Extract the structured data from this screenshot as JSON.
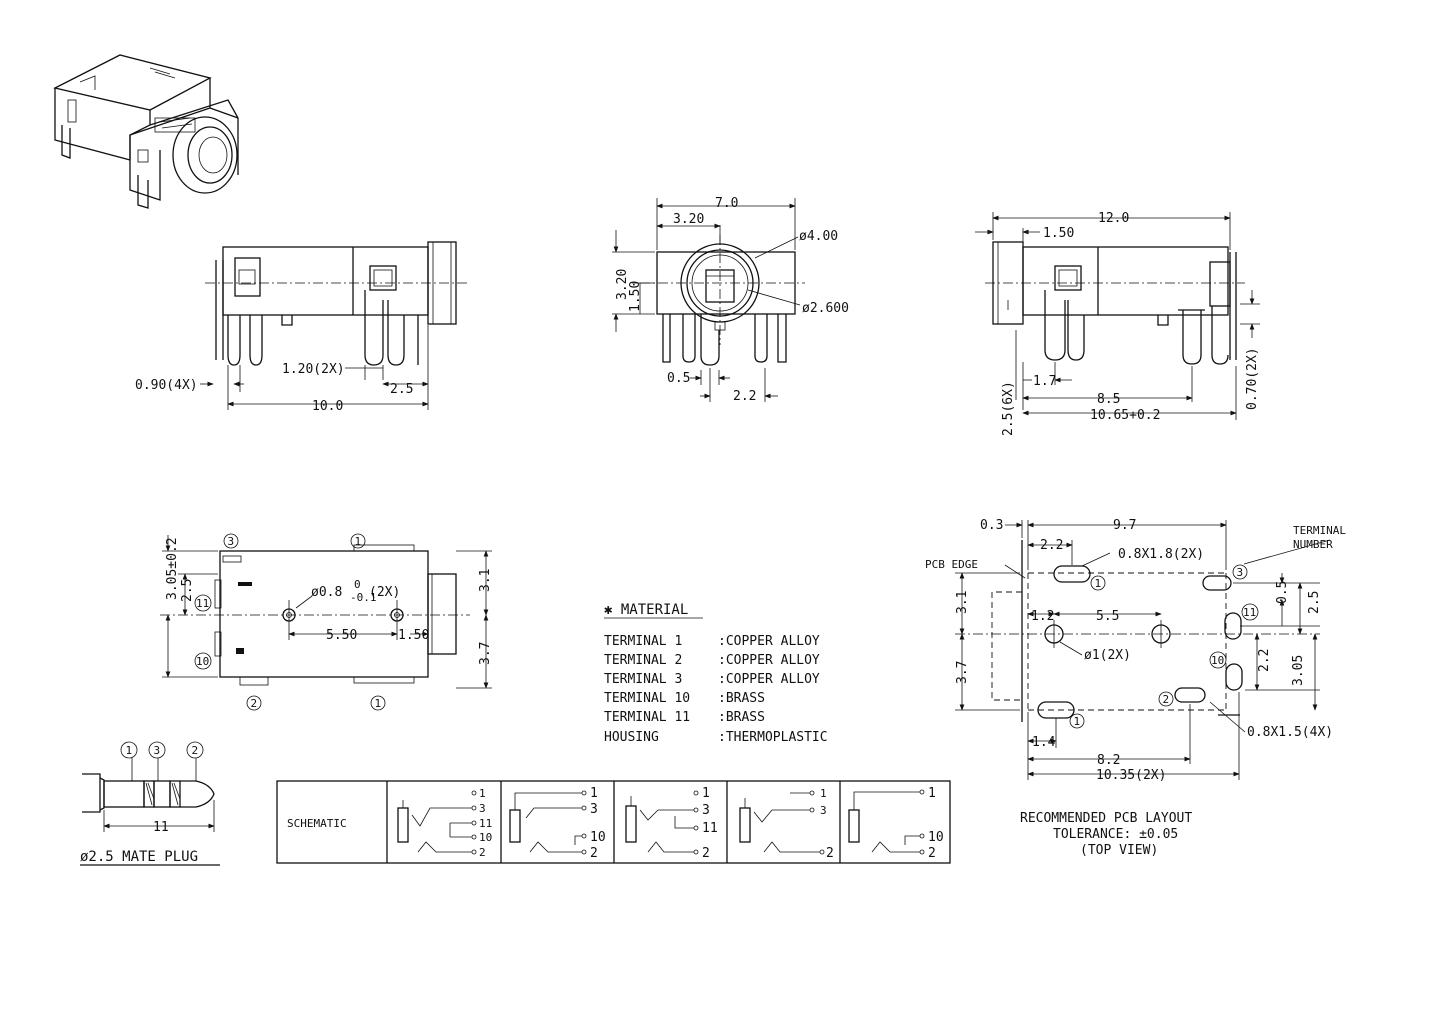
{
  "dims": {
    "front": {
      "pin_width": "0.90(4X)",
      "pin_pitch": "1.20(2X)",
      "offset": "2.5",
      "total_length": "10.0"
    },
    "end": {
      "width": "7.0",
      "half_width": "3.20",
      "outer_dia": "ø4.00",
      "inner_dia": "ø2.600",
      "height": "3.20",
      "center_height": "1.50",
      "pin": "0.5",
      "pin_span": "2.2"
    },
    "back": {
      "length": "12.0",
      "offset": "1.50",
      "pin_offset": "1.7",
      "pin_span": "8.5",
      "total": "10.65+0.2",
      "pin_height": "2.5(6X)",
      "pin_width": "0.70(2X)"
    },
    "bottom": {
      "dim_top": "3.05±0.2",
      "dim_25": "2.5",
      "hole": "ø0.8",
      "hole_tol_top": "0",
      "hole_tol_bot": "-0.1",
      "hole_count": "(2X)",
      "hole_spacing": "5.50",
      "hole_edge": "1.50",
      "right_top": "3.1",
      "right_bot": "3.7"
    },
    "pcb": {
      "edge_offset": "0.3",
      "length": "9.7",
      "d22": "2.2",
      "slot_big": "0.8X1.8(2X)",
      "terminal_number": [
        "TERMINAL",
        "NUMBER"
      ],
      "pcb_edge": "PCB EDGE",
      "left_top": "3.1",
      "left_bot": "3.7",
      "d12": "1.2",
      "d55": "5.5",
      "hole": "ø1(2X)",
      "r05": "0.5",
      "r25": "2.5",
      "r22": "2.2",
      "r305": "3.05",
      "slot_small": "0.8X1.5(4X)",
      "d14": "1.4",
      "d82": "8.2",
      "d1035": "10.35(2X)"
    }
  },
  "pins": {
    "t1": "1",
    "t2": "2",
    "t3": "3",
    "t10": "10",
    "t11": "11"
  },
  "material": {
    "title": "✱ MATERIAL",
    "rows": [
      {
        "name": "TERMINAL 1",
        "value": ":COPPER ALLOY"
      },
      {
        "name": "TERMINAL 2",
        "value": ":COPPER ALLOY"
      },
      {
        "name": "TERMINAL 3",
        "value": ":COPPER ALLOY"
      },
      {
        "name": "TERMINAL 10",
        "value": ":BRASS"
      },
      {
        "name": "TERMINAL 11",
        "value": ":BRASS"
      },
      {
        "name": "HOUSING",
        "value": ":THERMOPLASTIC"
      }
    ]
  },
  "plug": {
    "length": "11",
    "caption": "ø2.5 MATE PLUG"
  },
  "schematic": {
    "label": "SCHEMATIC",
    "variants": [
      [
        "1",
        "3",
        "11",
        "10",
        "2"
      ],
      [
        "1",
        "3",
        "10",
        "2"
      ],
      [
        "1",
        "3",
        "11",
        "2"
      ],
      [
        "1",
        "3",
        "2"
      ],
      [
        "1",
        "10",
        "2"
      ]
    ]
  },
  "pcb_caption": {
    "line1": "RECOMMENDED PCB LAYOUT",
    "line2": "TOLERANCE: ±0.05",
    "line3": "(TOP VIEW)"
  }
}
